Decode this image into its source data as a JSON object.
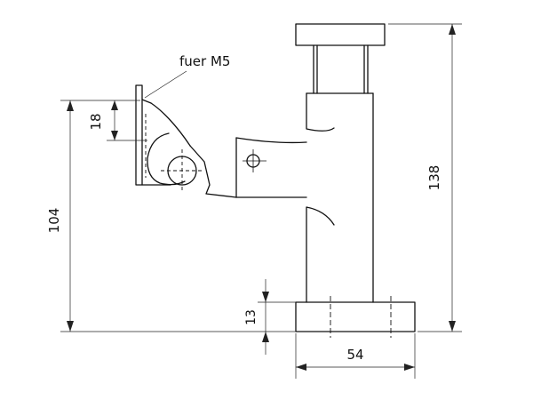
{
  "annotations": {
    "note": "fuer M5"
  },
  "dimensions": {
    "total_height": "138",
    "lever_height": "104",
    "bracket_height": "18",
    "base_thickness": "13",
    "base_width": "54"
  },
  "colors": {
    "line": "#111111",
    "background": "#ffffff"
  }
}
